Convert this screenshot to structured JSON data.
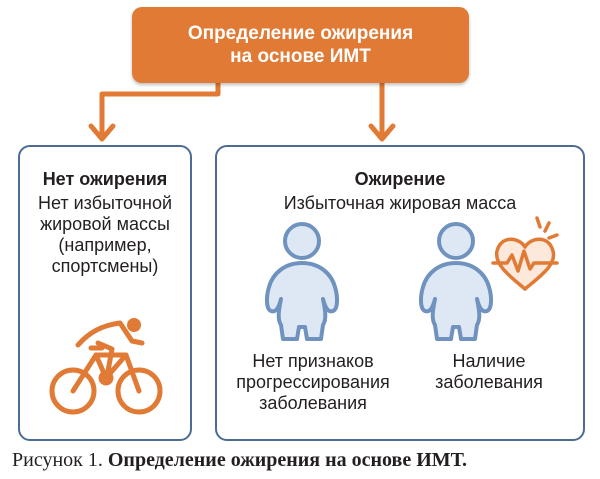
{
  "top_box": {
    "line1": "Определение ожирения",
    "line2": "на основе ИМТ"
  },
  "left_panel": {
    "title": "Нет ожирения",
    "desc_lines": [
      "Нет избыточной",
      "жировой массы",
      "(например,",
      "спортсмены)"
    ],
    "icon": "cyclist-icon"
  },
  "right_panel": {
    "title": "Ожирение",
    "subtitle": "Избыточная жировая масса",
    "left_label_lines": [
      "Нет признаков",
      "прогрессирования",
      "заболевания"
    ],
    "right_label_lines": [
      "Наличие",
      "заболевания"
    ],
    "icons": [
      "person-obese-icon",
      "person-obese-icon",
      "heart-ecg-icon"
    ]
  },
  "caption": {
    "prefix": "Рисунок 1.",
    "title": "Определение ожирения на основе ИМТ."
  },
  "colors": {
    "orange": "#e07a34",
    "blue_outline": "#4c6d93",
    "person_fill": "#dde8f4",
    "person_stroke": "#6f93be"
  }
}
